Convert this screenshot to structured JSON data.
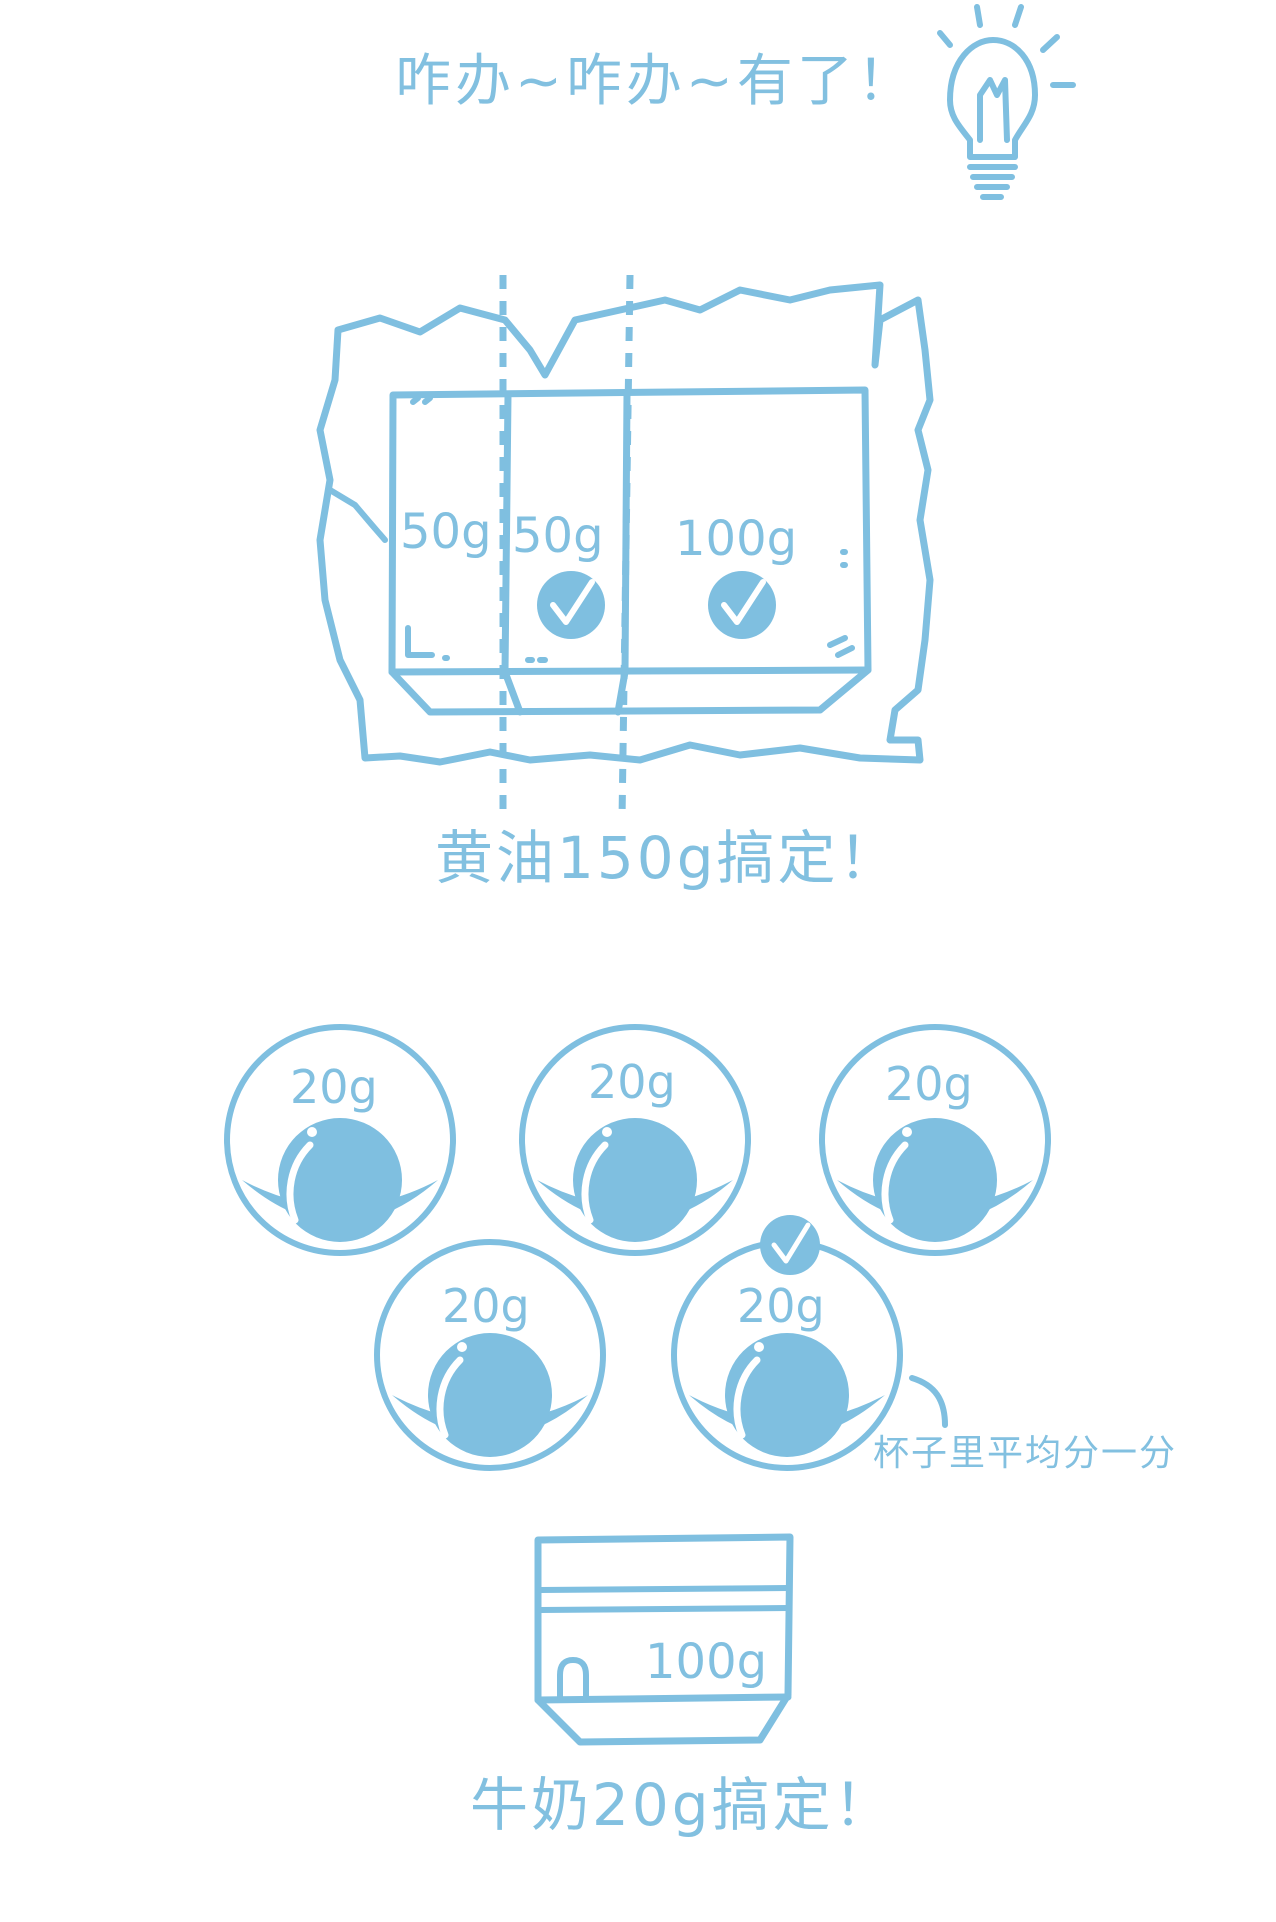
{
  "header": {
    "title": "咋办~咋办~有了！"
  },
  "butter": {
    "blocks": [
      "50g",
      "50g",
      "100g"
    ],
    "caption": "黄油150g搞定！"
  },
  "cups": {
    "labels": [
      "20g",
      "20g",
      "20g",
      "20g",
      "20g"
    ],
    "note": "杯子里平均分一分"
  },
  "milk": {
    "carton_label": "100g",
    "caption": "牛奶20g搞定！"
  },
  "colors": {
    "accent": "#7fbfe0",
    "background": "#ffffff"
  },
  "icons": [
    "lightbulb-icon",
    "check-icon"
  ]
}
